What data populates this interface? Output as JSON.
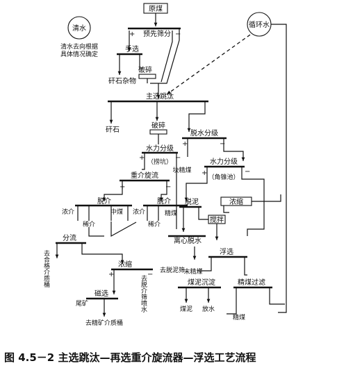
{
  "caption": "图 4.5－2   主选跳汰—再选重介旋流器—浮选工艺流程",
  "nodes": {
    "raw_coal": "原煤",
    "clear_water": "清水",
    "clear_water_note_1": "清水去向根据",
    "clear_water_note_2": "具体情况确定",
    "circ_water": "循环水",
    "prescreen": "预先筛分",
    "hand_pick": "手选",
    "crush1": "破碎",
    "gangue_impurities": "矸石杂物",
    "main_jig": "主选跳汰",
    "gangue": "矸石",
    "crush2": "破碎",
    "dewater_grading": "脱水分级",
    "hydro_classify1": "水力分级",
    "hydro_classify1_note": "（捞坑）",
    "dense_cyclone": "重介旋流",
    "lump_clean": "块精煤",
    "hydro_classify2": "水力分级",
    "hydro_classify2_note": "（角锥池）",
    "dm_l": "脱介",
    "dm_r": "脱介",
    "dense_med_l": "浓介",
    "dense_med_r": "浓介",
    "dilute_med_l": "稀介",
    "dilute_med_r": "稀介",
    "middlings": "中煤",
    "clean_coal": "精煤",
    "desliming": "脱泥",
    "thickening1": "浓缩",
    "stirring": "搅拌",
    "centrifuge": "离心脱水",
    "magnetic_sep": "分流",
    "to_medium_bucket": "去合格介质桶",
    "flotation": "浮选",
    "thickening2": "浓缩",
    "to_deslime_screen": "去脱泥筛",
    "to_screen_spray": "去脱介筛喷水",
    "coarse_clean": "末精煤",
    "slime_settling": "煤泥沉淀",
    "clean_filter": "精煤过滤",
    "mag_sep": "磁选",
    "tailings_box": "尾矿",
    "to_medium_tank": "去精矿介质桶",
    "coal_slime": "煤泥",
    "discharge_water": "放水",
    "fine_clean": "精煤"
  },
  "signs": {
    "plus": "+",
    "minus": "−"
  }
}
